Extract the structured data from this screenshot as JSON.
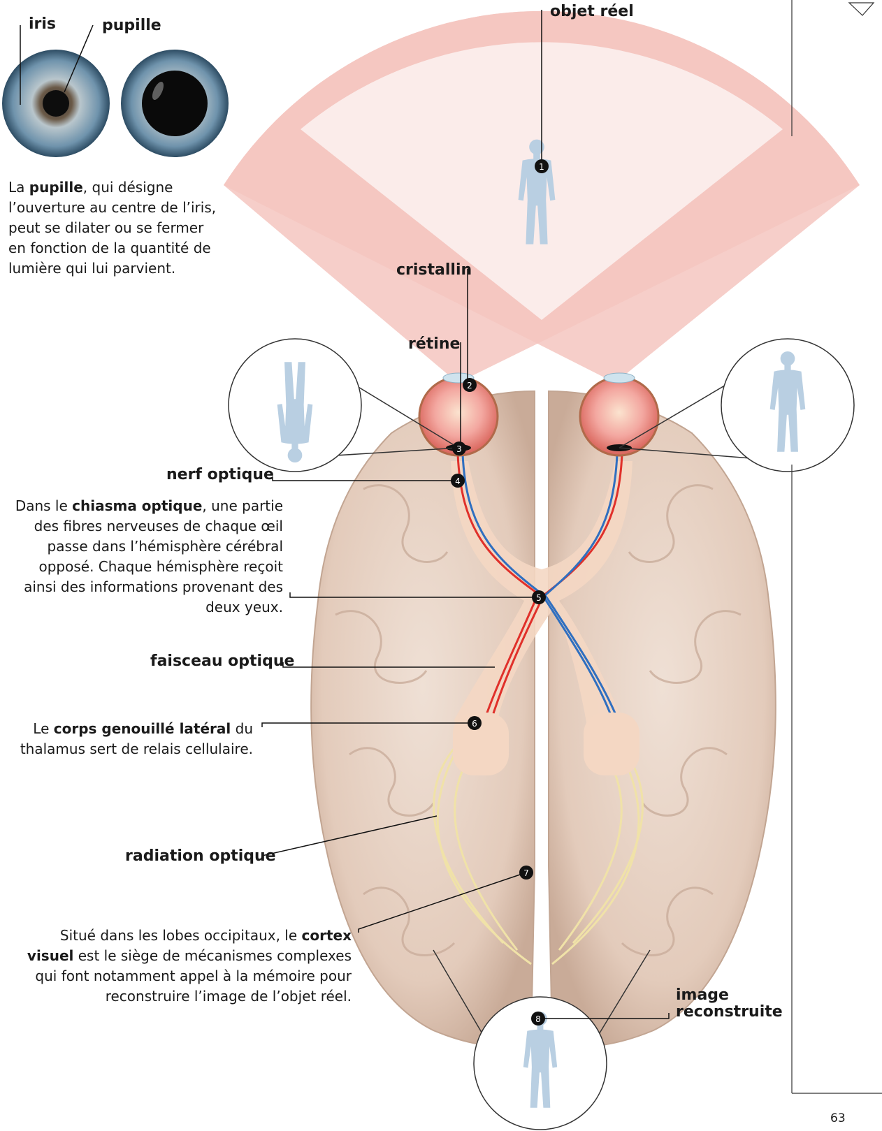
{
  "labels": {
    "iris": "iris",
    "pupille": "pupille",
    "objet_reel": "objet réel",
    "cristallin": "cristallin",
    "retine": "rétine",
    "nerf_optique": "nerf optique",
    "faisceau_optique": "faisceau optique",
    "radiation_optique": "radiation optique",
    "image_reconstruite_1": "image",
    "image_reconstruite_2": "reconstruite"
  },
  "pupil_text": {
    "pre": "La ",
    "bold": "pupille",
    "post": ", qui désigne l’ouverture au centre de l’iris, peut se dilater ou se fermer en fonction de la quantité de lumière qui lui parvient."
  },
  "chiasma_text": {
    "pre": "Dans le ",
    "bold": "chiasma optique",
    "post": ", une partie des fibres nerveuses de chaque œil passe dans l’hémisphère cérébral opposé. Chaque hémisphère reçoit ainsi des informations provenant des deux yeux."
  },
  "corps_text": {
    "pre": "Le ",
    "bold": "corps genouillé latéral",
    "post": " du thalamus sert de relais cellulaire."
  },
  "cortex_text": {
    "pre": "Situé dans les lobes occipitaux, le ",
    "bold": "cortex visuel",
    "post": " est le siège de mécanismes complexes qui font notamment appel à la mémoire pour reconstruire l’image de l’objet réel."
  },
  "markers": [
    "1",
    "2",
    "3",
    "4",
    "5",
    "6",
    "7",
    "8"
  ],
  "page_number": "63",
  "colors": {
    "cone_light": "#fbe9e7",
    "cone_dark": "#f5c6c0",
    "brain": "#ead8cc",
    "silhouette": "#b9cfe2",
    "fiber_red": "#e0302a",
    "fiber_blue": "#2f6fc0",
    "pathway": "#f4d7c3",
    "radiation": "#f0e2a8"
  }
}
